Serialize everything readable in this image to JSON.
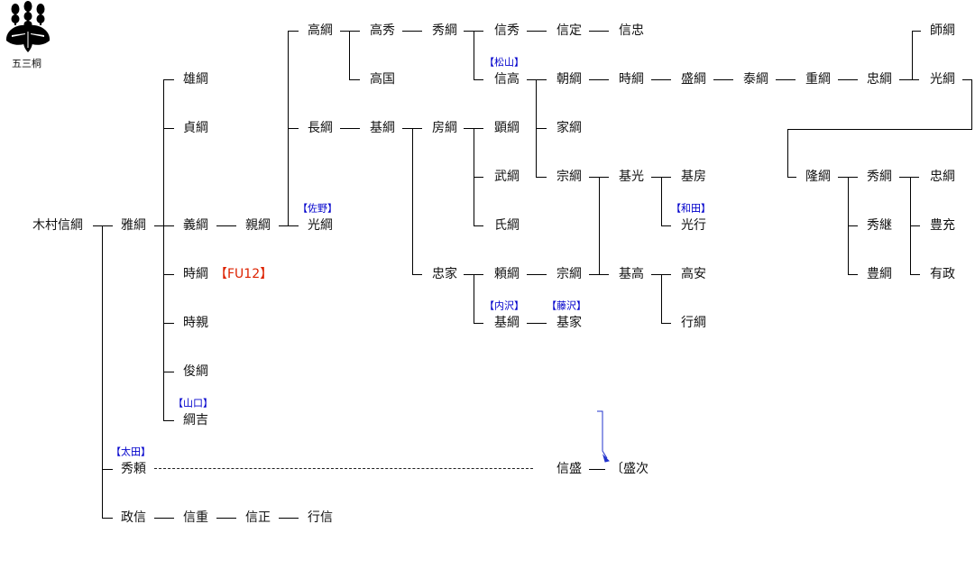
{
  "crest": {
    "icon": "kiri-crest-icon",
    "caption": "五三桐"
  },
  "people": {
    "kimura_nobutsuna": "木村信綱",
    "masatsuna": "雅綱",
    "hidesuke": "秀頼",
    "masanobu": "政信",
    "katsutsuna": "雄綱",
    "sadatsuna": "貞綱",
    "yoshitsuna": "義綱",
    "tokitsuna": "時綱",
    "tokichika": "時親",
    "shuntsuna": "俊綱",
    "tsunayoshi": "綱吉",
    "chikatsuna": "親綱",
    "mitsutsuna": "光綱",
    "takatsuna": "高綱",
    "nagatsuna": "長綱",
    "takahide": "高秀",
    "takakuni": "高国",
    "hidetsuna": "秀綱",
    "nobuhide": "信秀",
    "nobusada": "信定",
    "nobutada": "信忠",
    "nobutaka": "信高",
    "tomotsuna": "朝綱",
    "tokitsuna2": "時綱",
    "moritsuna": "盛綱",
    "yasutsuna": "泰綱",
    "shigetsuna": "重綱",
    "tadatsuna": "忠綱",
    "mitsutsuna2": "光綱",
    "morotsuna": "師綱",
    "mototsuna": "基綱",
    "fusatsuna": "房綱",
    "akitsuna": "顕綱",
    "takeshi": "武綱",
    "ujitsuna": "氏綱",
    "ietsuna": "家綱",
    "munetsuna": "宗綱",
    "motomitsu": "基光",
    "motofusa": "基房",
    "mitsuyuki": "光行",
    "tadaie": "忠家",
    "yoritsuna": "頼綱",
    "munetsuna2": "宗綱",
    "mototaka": "基高",
    "takayasu": "高安",
    "yukitsuna": "行綱",
    "mototsuna2": "基綱",
    "motoie": "基家",
    "takatsuna2": "隆綱",
    "hidetsuna2": "秀綱",
    "hidetsugu": "秀継",
    "toyotsuna": "豊綱",
    "tadatsuna2": "忠綱",
    "toyomitsu": "豊充",
    "arimasa": "有政",
    "nobushige": "信重",
    "nobumasa": "信正",
    "yukinobu": "行信",
    "nobumori": "信盛",
    "morotsugu": "〔盛次"
  },
  "branch_labels": {
    "sano": "【佐野】",
    "matsuyama": "【松山】",
    "wada": "【和田】",
    "uchisawa": "【内沢】",
    "fujisawa": "【藤沢】",
    "yamaguchi": "【山口】",
    "ota": "【太田】"
  },
  "notes": {
    "fu12": "【FU12】"
  },
  "colors": {
    "branch_label": "#0000cc",
    "note": "#dd2200",
    "arrow": "#2233cc"
  }
}
